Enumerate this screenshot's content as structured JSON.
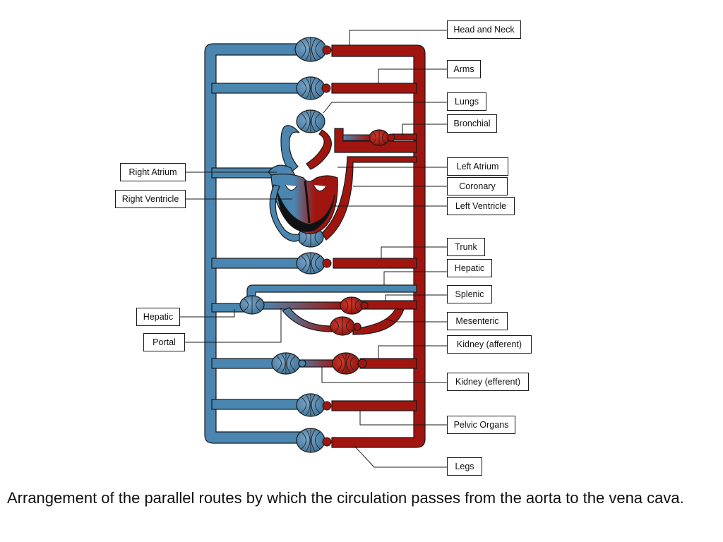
{
  "labels": {
    "head_neck": "Head and Neck",
    "arms": "Arms",
    "lungs": "Lungs",
    "bronchial": "Bronchial",
    "left_atrium": "Left Atrium",
    "coronary": "Coronary",
    "left_ventricle": "Left Ventricle",
    "trunk": "Trunk",
    "hepatic_right": "Hepatic",
    "splenic": "Splenic",
    "mesenteric": "Mesenteric",
    "kidney_afferent": "Kidney (afferent)",
    "kidney_efferent": "Kidney (efferent)",
    "pelvic_organs": "Pelvic Organs",
    "legs": "Legs",
    "right_atrium": "Right Atrium",
    "right_ventricle": "Right Ventricle",
    "hepatic_left": "Hepatic",
    "portal": "Portal"
  },
  "caption": "Arrangement of the parallel routes by which the circulation passes from the aorta to the vena cava.",
  "colors": {
    "venous": "#4a86b0",
    "arterial": "#a0150f",
    "outline": "#1a1a1a"
  }
}
